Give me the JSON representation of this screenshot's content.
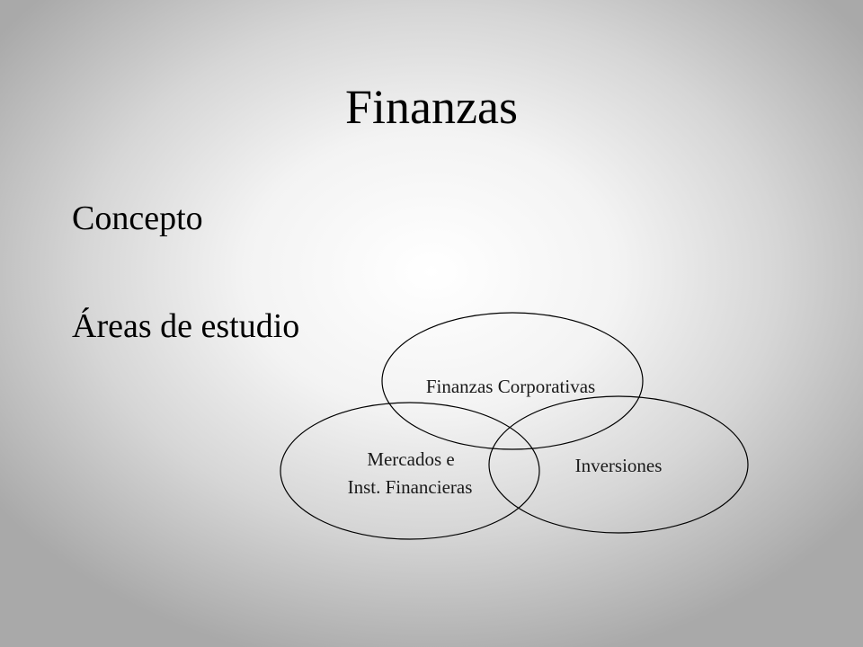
{
  "slide": {
    "title": "Finanzas",
    "bullets": [
      "Concepto",
      "Áreas de estudio"
    ]
  },
  "diagram": {
    "circles": [
      {
        "label": "Finanzas Corporativas"
      },
      {
        "label_line1": "Mercados e",
        "label_line2": "Inst. Financieras"
      },
      {
        "label": "Inversiones"
      }
    ]
  }
}
